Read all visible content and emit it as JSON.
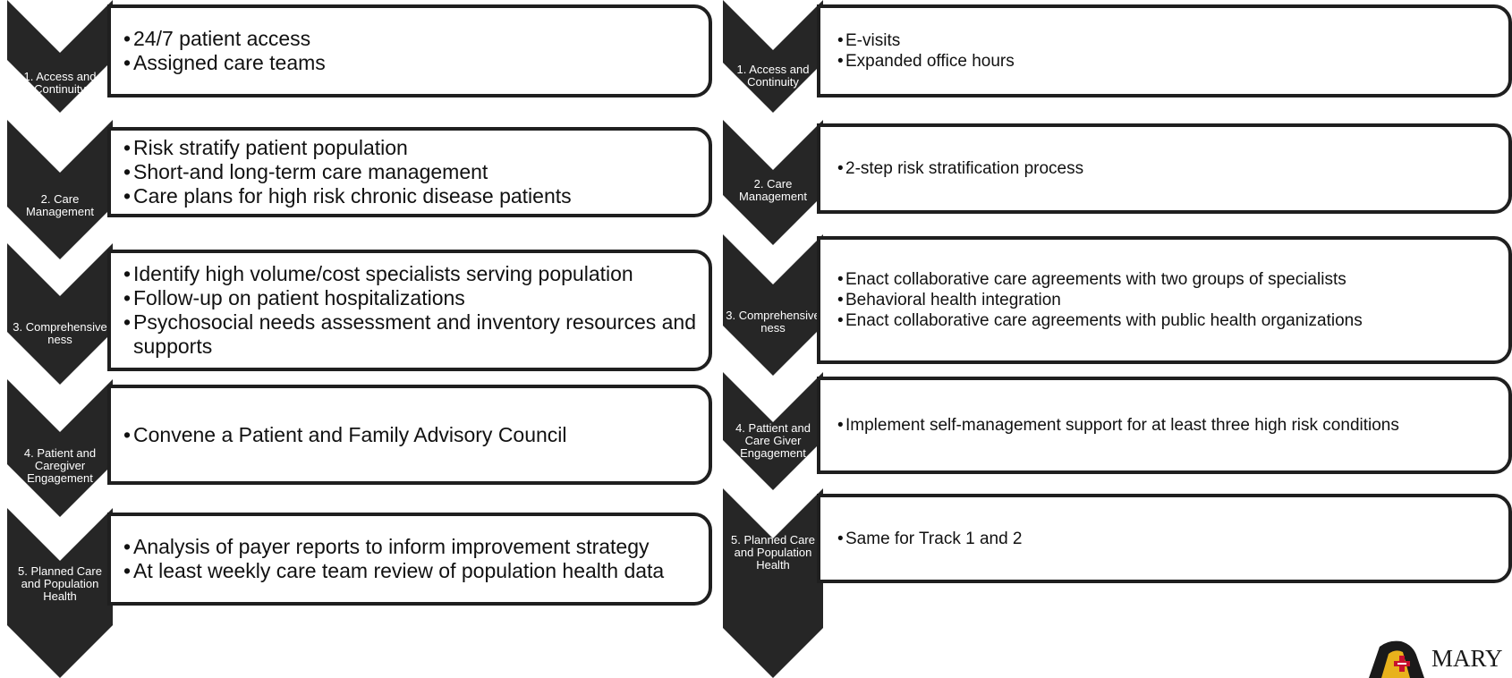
{
  "left_track": [
    {
      "label": "1. Access and Continuity",
      "items": [
        "24/7 patient access",
        "Assigned care teams"
      ]
    },
    {
      "label": "2. Care Management",
      "items": [
        "Risk stratify patient population",
        "Short-and long-term care management",
        "Care plans for high risk chronic disease patients"
      ]
    },
    {
      "label": "3. Comprehensive ness",
      "items": [
        "Identify high volume/cost specialists serving population",
        "Follow-up on patient hospitalizations",
        "Psychosocial needs assessment and inventory resources and supports"
      ]
    },
    {
      "label": "4. Patient and Caregiver Engagement",
      "items": [
        "Convene a Patient and Family Advisory Council"
      ]
    },
    {
      "label": "5. Planned Care and Population Health",
      "items": [
        "Analysis of payer reports to inform improvement strategy",
        "At least weekly care team review of population health data"
      ]
    }
  ],
  "right_track": [
    {
      "label": "1. Access and Continuity",
      "items": [
        "E-visits",
        "Expanded office hours"
      ]
    },
    {
      "label": "2. Care Management",
      "items": [
        "2-step risk stratification process"
      ]
    },
    {
      "label": "3. Comprehensive ness",
      "items": [
        "Enact collaborative care agreements with two groups of specialists",
        "Behavioral health integration",
        "Enact collaborative care agreements with public health organizations"
      ]
    },
    {
      "label": "4. Pattient and Care Giver Engagement",
      "items": [
        "Implement self-management support for at least three high risk conditions"
      ]
    },
    {
      "label": "5. Planned Care and Population Health",
      "items": [
        "Same for Track 1 and 2"
      ]
    }
  ],
  "logo": {
    "text": "MARY",
    "colors": {
      "black": "#1a1a1a",
      "gold": "#e8b21c",
      "red": "#c8102e"
    }
  }
}
